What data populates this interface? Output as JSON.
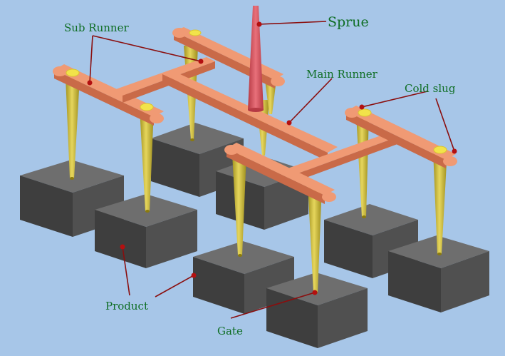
{
  "labels": {
    "sprue": "Sprue",
    "sub_runner": "Sub Runner",
    "main_runner": "Main Runner",
    "cold_slug": "Cold slug",
    "product": "Product",
    "gate": "Gate"
  },
  "colors": {
    "background": "#a7c6e8",
    "label_text": "#0f6e25",
    "leader_line": "#8a0e0e",
    "runner": "#f0946c",
    "sprue": "#e0606a",
    "gate": "#d6c44e",
    "product": "#4a4a4a",
    "cold_slug": "#f2e34a"
  }
}
